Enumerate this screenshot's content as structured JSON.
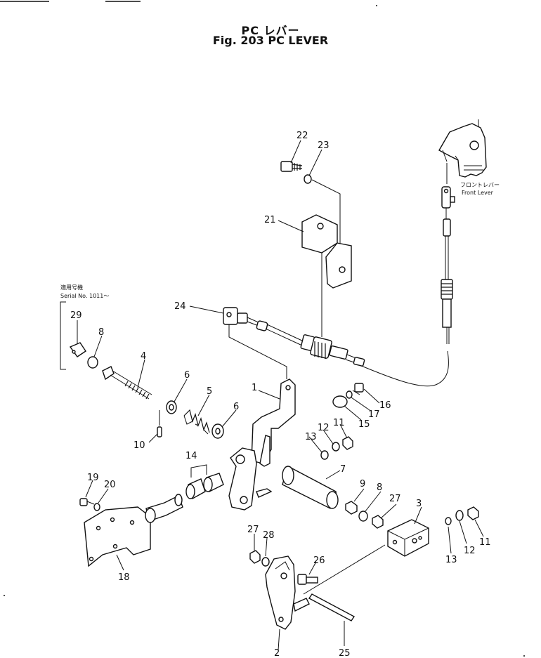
{
  "title": {
    "japanese": "PC レバー",
    "english": "Fig. 203  PC LEVER"
  },
  "serial_note": {
    "japanese": "適用号機",
    "english": "Serial No. 1011～"
  },
  "front_lever_label": {
    "japanese": "フロントレバー",
    "english": "Front Lever"
  },
  "callouts": {
    "c1": "1",
    "c2": "2",
    "c3": "3",
    "c4": "4",
    "c5": "5",
    "c6a": "6",
    "c6b": "6",
    "c7": "7",
    "c8a": "8",
    "c8b": "8",
    "c9": "9",
    "c10": "10",
    "c11a": "11",
    "c11b": "11",
    "c12a": "12",
    "c12b": "12",
    "c13a": "13",
    "c13b": "13",
    "c14": "14",
    "c15": "15",
    "c16": "16",
    "c17": "17",
    "c18": "18",
    "c19": "19",
    "c20": "20",
    "c21": "21",
    "c22": "22",
    "c23": "23",
    "c24": "24",
    "c25": "25",
    "c26": "26",
    "c27a": "27",
    "c27b": "27",
    "c28": "28",
    "c29": "29"
  }
}
